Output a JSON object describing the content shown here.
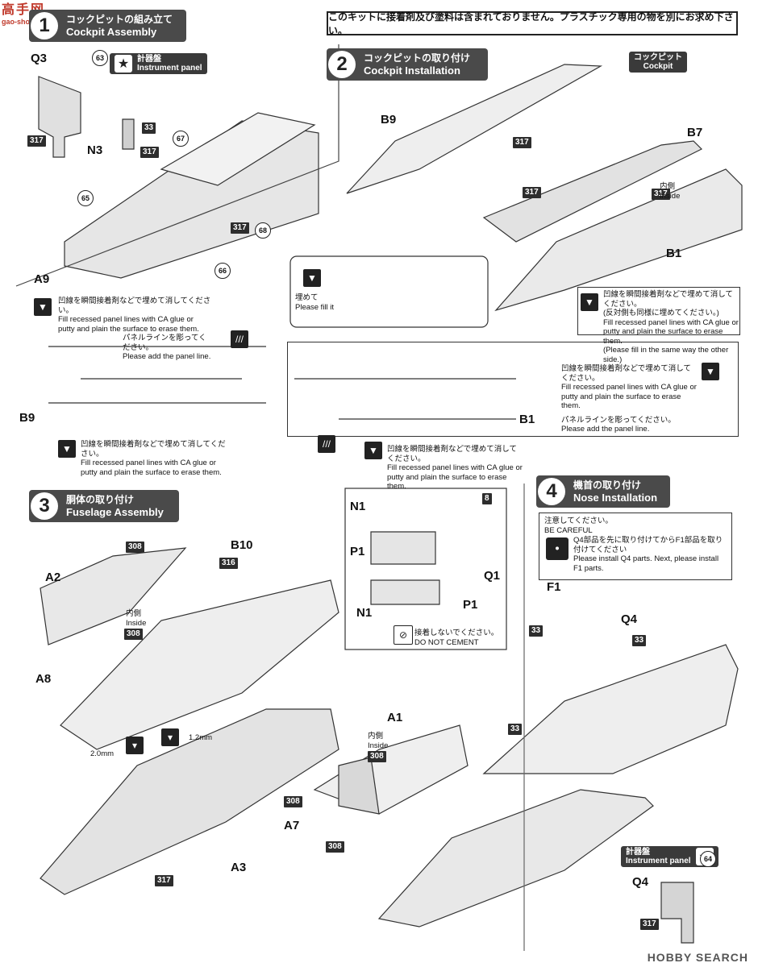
{
  "watermark": {
    "big": "高手网",
    "small": "gao-shou.com"
  },
  "notice": "このキットに接着剤及び塗料は含まれておりません。プラスチック専用の物を別にお求め下さい。",
  "steps": [
    {
      "num": "1",
      "jp": "コックピットの組み立て",
      "en": "Cockpit Assembly"
    },
    {
      "num": "2",
      "jp": "コックピットの取り付け",
      "en": "Cockpit Installation"
    },
    {
      "num": "3",
      "jp": "胴体の取り付け",
      "en": "Fuselage Assembly"
    },
    {
      "num": "4",
      "jp": "機首の取り付け",
      "en": "Nose Installation"
    }
  ],
  "instrument_panel": {
    "jp": "計器盤",
    "en": "Instrument panel"
  },
  "cockpit_tag": {
    "jp": "コックピット",
    "en": "Cockpit"
  },
  "parts": {
    "q3": "Q3",
    "n3": "N3",
    "a9": "A9",
    "b9_top": "B9",
    "b7": "B7",
    "b1_top": "B1",
    "b9_mid": "B9",
    "b1_mid": "B1",
    "a2": "A2",
    "a8": "A8",
    "b10": "B10",
    "a1": "A1",
    "a7": "A7",
    "a3": "A3",
    "n1a": "N1",
    "p1a": "P1",
    "n1b": "N1",
    "p1b": "P1",
    "q1": "Q1",
    "f1": "F1",
    "q4": "Q4",
    "q4b": "Q4"
  },
  "paints": {
    "p317": "317",
    "p33": "33",
    "p308": "308",
    "p316": "316",
    "p8": "8"
  },
  "decals": {
    "d63": "63",
    "d67": "67",
    "d65": "65",
    "d68": "68",
    "d66": "66",
    "d64": "64"
  },
  "notes": {
    "fill_jp": "凹線を瞬間接着剤などで埋めて消してください。",
    "fill_en1": "Fill recessed panel lines with CA glue or",
    "fill_en2": "putty and plain the surface to erase them.",
    "fill_other_jp": "(反対側も同様に埋めてください。)",
    "fill_other_en": "(Please fill in the same way the other side.)",
    "panel_jp": "パネルラインを彫ってください。",
    "panel_en": "Please add the panel line.",
    "fillit_jp": "埋めて",
    "fillit_en": "Please fill it",
    "inside_jp": "内側",
    "inside_en": "Inside",
    "dont_jp": "接着しないでください。",
    "dont_en": "DO NOT CEMENT",
    "dia2": "2.0mm",
    "dia12": "1.2mm"
  },
  "careful": {
    "jp_title": "注意してください。",
    "en_title": "BE CAREFUL",
    "jp_body": "Q4部品を先に取り付けてからF1部品を取り付けてください",
    "en_body": "Please install Q4 parts. Next, please install F1 parts."
  },
  "logo": "HOBBY SEARCH"
}
